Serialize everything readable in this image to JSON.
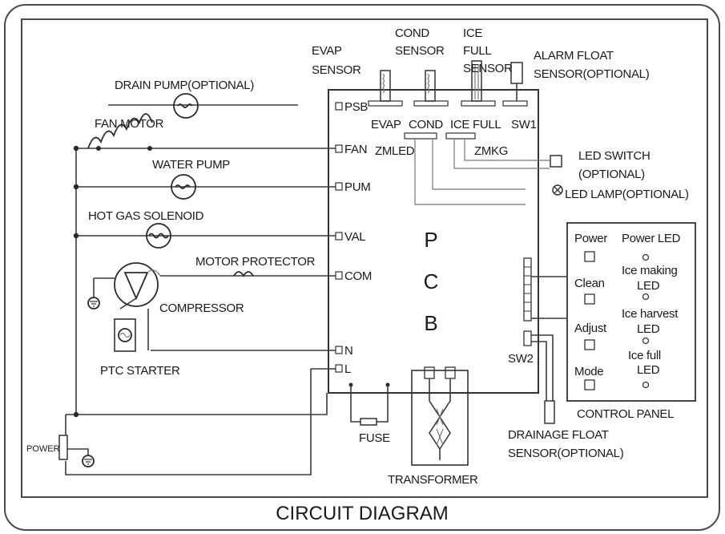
{
  "title": "CIRCUIT DIAGRAM",
  "pcb": {
    "letters": [
      "P",
      "C",
      "B"
    ]
  },
  "terminals": {
    "psb": "PSB",
    "fan": "FAN",
    "pum": "PUM",
    "val": "VAL",
    "com": "COM",
    "n": "N",
    "l": "L"
  },
  "top_connectors": {
    "evap": "EVAP",
    "cond": "COND",
    "ice_full": "ICE FULL",
    "sw1": "SW1"
  },
  "internal_labels": {
    "zmled": "ZMLED",
    "zmkg": "ZMKG",
    "sw2": "SW2"
  },
  "sensors": {
    "evap": [
      "EVAP",
      "SENSOR"
    ],
    "cond": [
      "COND",
      "SENSOR"
    ],
    "ice_full": [
      "ICE",
      "FULL",
      "SENSOR"
    ],
    "alarm_float": [
      "ALARM FLOAT",
      "SENSOR(OPTIONAL)"
    ]
  },
  "components": {
    "drain_pump": "DRAIN PUMP(OPTIONAL)",
    "fan_motor": "FAN MOTOR",
    "water_pump": "WATER PUMP",
    "hot_gas_solenoid": "HOT GAS SOLENOID",
    "motor_protector": "MOTOR PROTECTOR",
    "compressor": "COMPRESSOR",
    "ptc_starter": "PTC STARTER",
    "power": "POWER",
    "fuse": "FUSE",
    "transformer": "TRANSFORMER",
    "led_switch": [
      "LED SWITCH",
      "(OPTIONAL)"
    ],
    "led_lamp": "LED LAMP(OPTIONAL)",
    "drainage_float": [
      "DRAINAGE FLOAT",
      "SENSOR(OPTIONAL)"
    ]
  },
  "control_panel": {
    "label": "CONTROL PANEL",
    "buttons": [
      "Power",
      "Clean",
      "Adjust",
      "Mode"
    ],
    "leds": [
      [
        "Power LED"
      ],
      [
        "Ice making",
        "LED"
      ],
      [
        "Ice harvest",
        "LED"
      ],
      [
        "Ice full",
        "LED"
      ]
    ]
  }
}
